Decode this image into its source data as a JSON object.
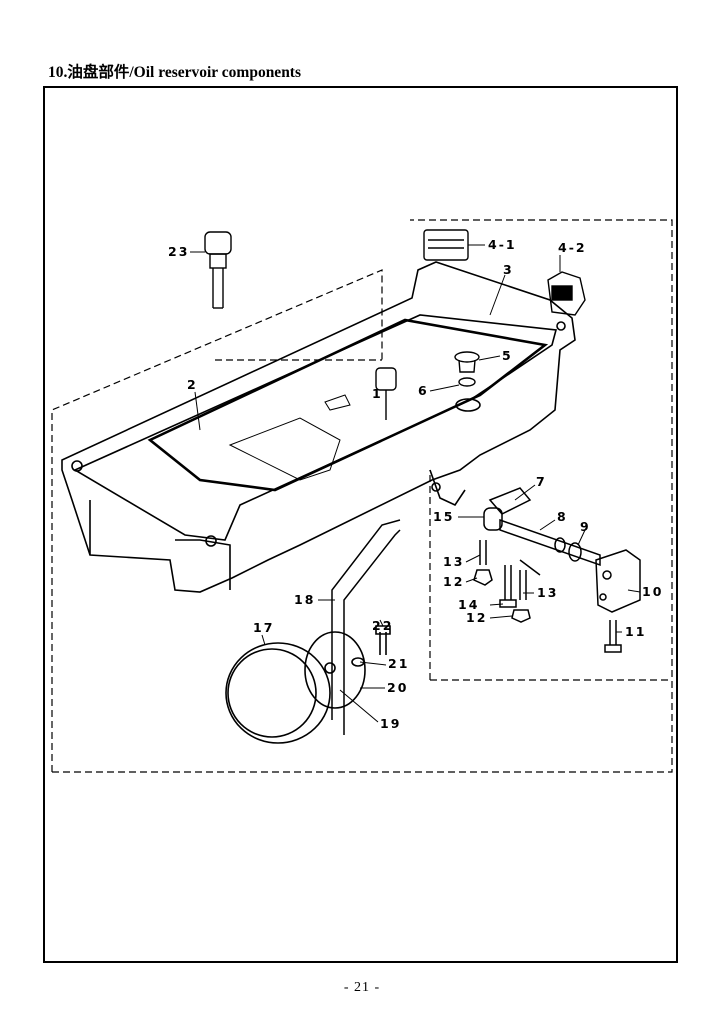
{
  "page": {
    "title": "10.油盘部件/Oil reservoir components",
    "page_number": "- 21 -"
  },
  "diagram": {
    "callouts": [
      "23",
      "4-1",
      "4-2",
      "3",
      "2",
      "5",
      "6",
      "1",
      "7",
      "15",
      "8",
      "9",
      "13",
      "12",
      "14",
      "13",
      "12",
      "10",
      "11",
      "18",
      "17",
      "22",
      "21",
      "20",
      "19"
    ]
  }
}
